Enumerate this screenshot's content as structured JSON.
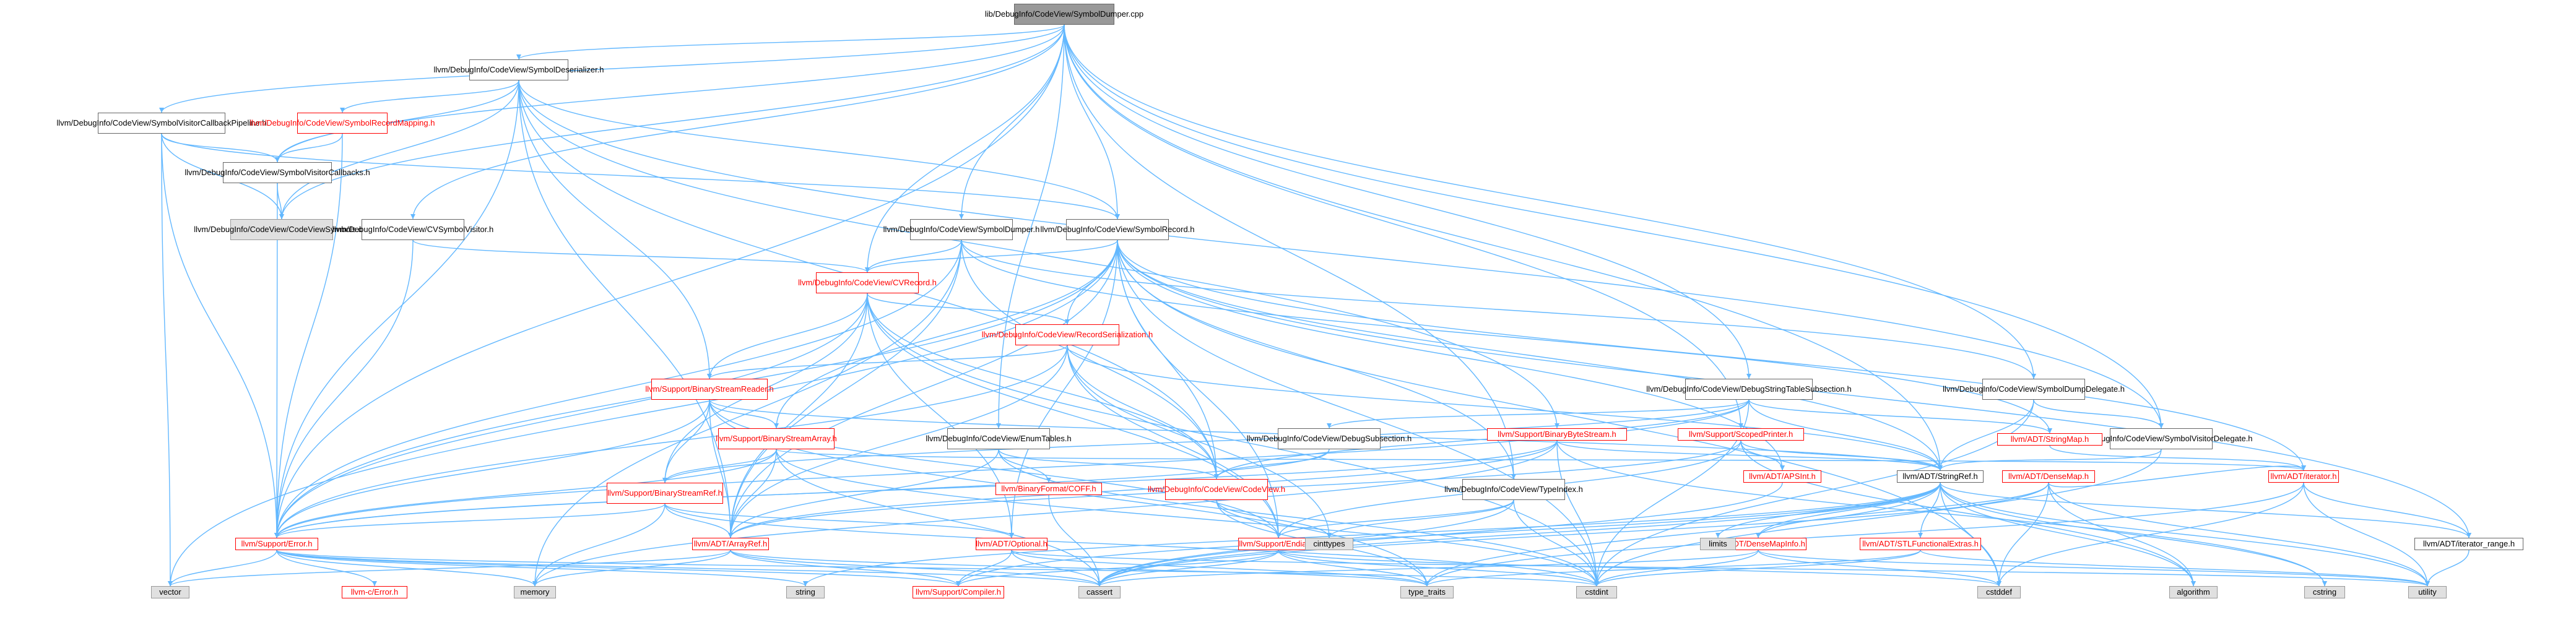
{
  "colors": {
    "edge": "#63b8ff",
    "root_fill": "#999999",
    "system_fill": "#e0e0e0",
    "truncated_border": "#ff0000",
    "node_border": "#666666"
  },
  "nodes": {
    "root": "lib/DebugInfo/CodeView/SymbolDumper.cpp",
    "symbol_deserializer": "llvm/DebugInfo/CodeView/SymbolDeserializer.h",
    "symbol_visitor_callback_pipeline": "llvm/DebugInfo/CodeView/SymbolVisitorCallbackPipeline.h",
    "symbol_record_mapping": "llvm/DebugInfo/CodeView/SymbolRecordMapping.h",
    "symbol_visitor_callbacks": "llvm/DebugInfo/CodeView/SymbolVisitorCallbacks.h",
    "code_view_symbols_def": "llvm/DebugInfo/CodeView/CodeViewSymbols.def",
    "cv_symbol_visitor": "llvm/DebugInfo/CodeView/CVSymbolVisitor.h",
    "symbol_dumper_h": "llvm/DebugInfo/CodeView/SymbolDumper.h",
    "symbol_record": "llvm/DebugInfo/CodeView/SymbolRecord.h",
    "cv_record": "llvm/DebugInfo/CodeView/CVRecord.h",
    "record_serialization": "llvm/DebugInfo/CodeView/RecordSerialization.h",
    "binary_stream_reader": "llvm/Support/BinaryStreamReader.h",
    "binary_stream_array": "llvm/Support/BinaryStreamArray.h",
    "binary_stream_ref": "llvm/Support/BinaryStreamRef.h",
    "enum_tables": "llvm/DebugInfo/CodeView/EnumTables.h",
    "binary_format_coff": "llvm/BinaryFormat/COFF.h",
    "debug_string_table_subsection": "llvm/DebugInfo/CodeView/DebugStringTableSubsection.h",
    "debug_subsection": "llvm/DebugInfo/CodeView/DebugSubsection.h",
    "binary_byte_stream": "llvm/Support/BinaryByteStream.h",
    "scoped_printer": "llvm/Support/ScopedPrinter.h",
    "symbol_dump_delegate": "llvm/DebugInfo/CodeView/SymbolDumpDelegate.h",
    "symbol_visitor_delegate": "llvm/DebugInfo/CodeView/SymbolVisitorDelegate.h",
    "string_map": "llvm/ADT/StringMap.h",
    "code_view_h": "llvm/DebugInfo/CodeView/CodeView.h",
    "type_index": "llvm/DebugInfo/CodeView/TypeIndex.h",
    "ap_sint": "llvm/ADT/APSInt.h",
    "string_ref": "llvm/ADT/StringRef.h",
    "dense_map": "llvm/ADT/DenseMap.h",
    "adt_iterator": "llvm/ADT/iterator.h",
    "support_error": "llvm/Support/Error.h",
    "array_ref": "llvm/ADT/ArrayRef.h",
    "optional": "llvm/ADT/Optional.h",
    "endian": "llvm/Support/Endian.h",
    "dense_map_info": "llvm/ADT/DenseMapInfo.h",
    "stl_functional_extras": "llvm/ADT/STLFunctionalExtras.h",
    "iterator_range": "llvm/ADT/iterator_range.h",
    "llvm_c_error": "llvm-c/Error.h",
    "support_compiler": "llvm/Support/Compiler.h",
    "vector": "vector",
    "memory": "memory",
    "string": "string",
    "cassert": "cassert",
    "type_traits": "type_traits",
    "cstdint": "cstdint",
    "cinttypes": "cinttypes",
    "limits": "limits",
    "cstddef": "cstddef",
    "algorithm": "algorithm",
    "cstring": "cstring",
    "utility": "utility"
  }
}
